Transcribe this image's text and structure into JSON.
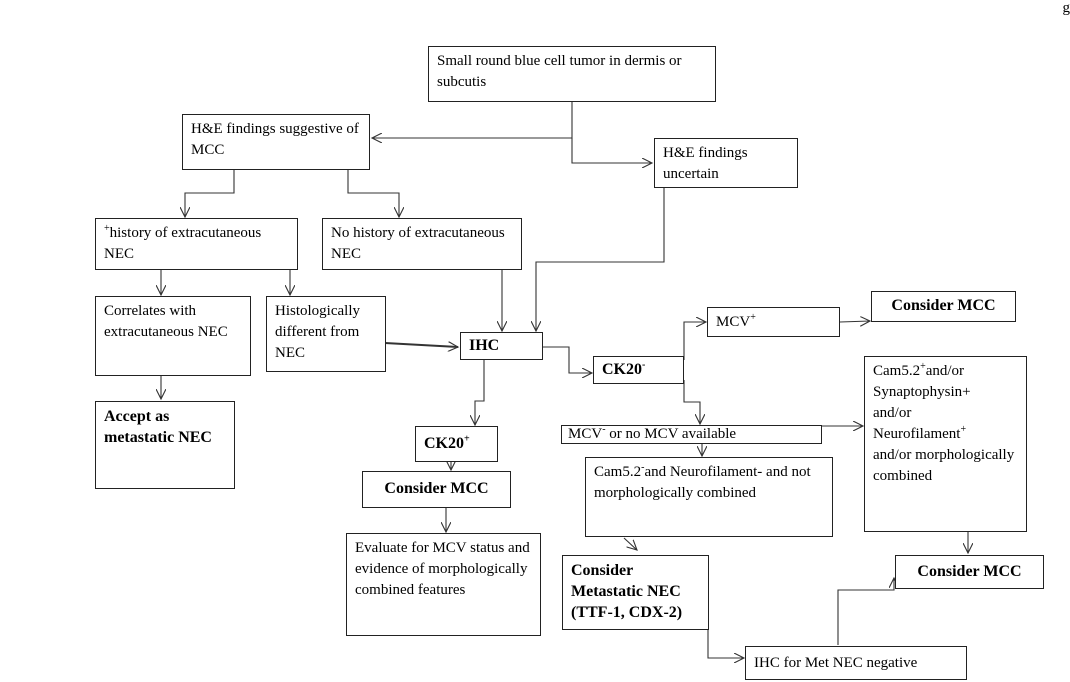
{
  "header_fragment": "g",
  "nodes": {
    "root": {
      "text": "Small round blue cell tumor in dermis or subcutis"
    },
    "he_mcc": {
      "text": "H&E findings suggestive of MCC"
    },
    "he_uncertain": {
      "text": "H&E findings uncertain"
    },
    "pos_hist": {
      "sup": "+",
      "text": "history of extracutaneous NEC"
    },
    "no_hist": {
      "text": "No history of extracutaneous NEC"
    },
    "correlates": {
      "text": "Correlates with extracutaneous NEC"
    },
    "histo_diff": {
      "text": "Histologically different from NEC"
    },
    "accept": {
      "text": "Accept as metastatic NEC"
    },
    "ihc": {
      "text": "IHC"
    },
    "ck20_neg": {
      "text": "CK20",
      "sup": "-"
    },
    "mcv_pos": {
      "text": "MCV",
      "sup": "+"
    },
    "consider_top": {
      "text": "Consider MCC"
    },
    "ck20_pos": {
      "text": "CK20",
      "sup": "+"
    },
    "consider_mid": {
      "text": "Consider MCC"
    },
    "evaluate": {
      "text": "Evaluate for MCV status and evidence of morphologically combined features"
    },
    "mcv_neg": {
      "text": "MCV",
      "sup": "-",
      "text2": " or no MCV available"
    },
    "cam_neg": {
      "text": "Cam5.2",
      "sup": "-",
      "text2": "and Neurofilament- and not morphologically combined"
    },
    "cam_pos": {
      "l1": "Cam5.2",
      "s1": "+",
      "l1b": "and/or",
      "l2": "Synaptophysin+",
      "l3": "and/or",
      "l4": "Neurofilament",
      "s4": "+",
      "l5": "and/or morphologically combined"
    },
    "consider_nec": {
      "text": "Consider Metastatic NEC (TTF-1, CDX-2)"
    },
    "consider_bot": {
      "text": "Consider MCC"
    },
    "ihc_met": {
      "text": "IHC for Met NEC negative"
    }
  }
}
